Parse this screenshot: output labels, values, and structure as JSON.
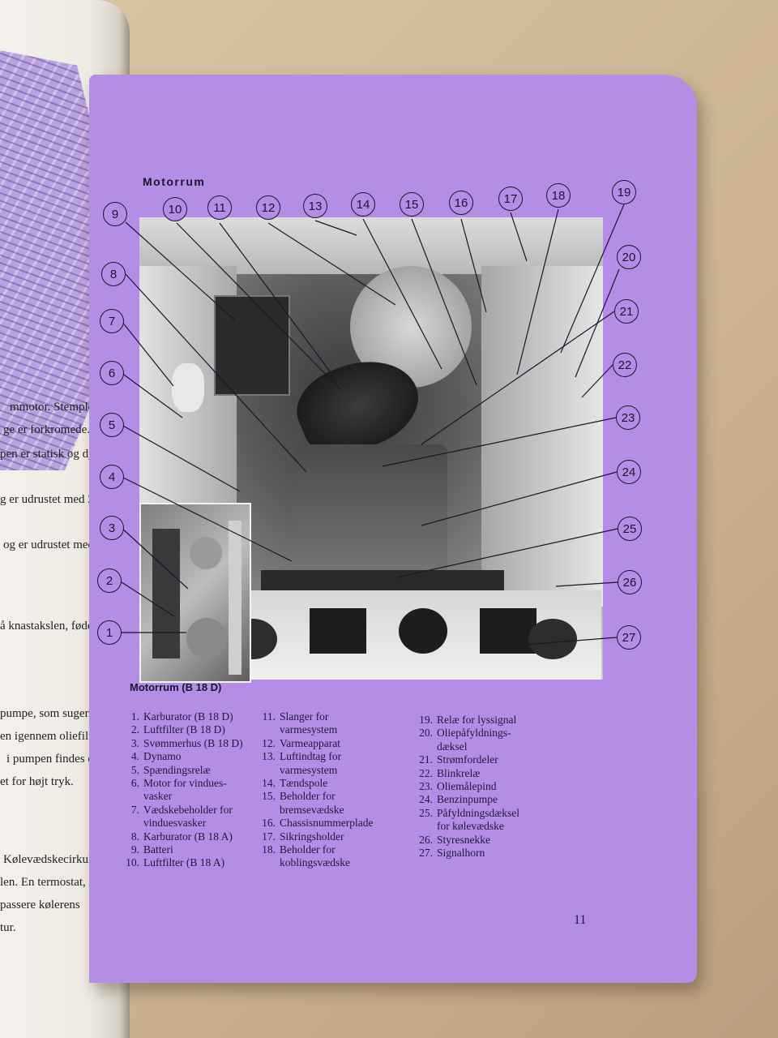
{
  "left_page": {
    "lines": [
      "mmotor. Stemplerne er",
      "ge er forkromede.",
      "pen er statisk og dy",
      "g er udrustet med Zen",
      "og er udrustet med",
      "å knastakslen, føder",
      "pumpe, som suger ol",
      "en igennem oliefilter",
      "i pumpen findes der",
      "et for højt tryk.",
      "Kølevædskecirkulation",
      "len. En termostat,",
      "passere kølerens",
      "tur."
    ]
  },
  "page": {
    "title": "Motorrum",
    "photo_caption": "Motorrum (B 18 D)",
    "page_number": "11",
    "callouts": [
      "1",
      "2",
      "3",
      "4",
      "5",
      "6",
      "7",
      "8",
      "9",
      "10",
      "11",
      "12",
      "13",
      "14",
      "15",
      "16",
      "17",
      "18",
      "19",
      "20",
      "21",
      "22",
      "23",
      "24",
      "25",
      "26",
      "27"
    ]
  },
  "legend": {
    "col1": [
      {
        "num": "1.",
        "text": "Karburator (B 18 D)"
      },
      {
        "num": "2.",
        "text": "Luftfilter (B 18 D)"
      },
      {
        "num": "3.",
        "text": "Svømmerhus (B 18 D)"
      },
      {
        "num": "4.",
        "text": "Dynamo"
      },
      {
        "num": "5.",
        "text": "Spændingsrelæ"
      },
      {
        "num": "6.",
        "text": "Motor for vindues-\nvasker"
      },
      {
        "num": "7.",
        "text": "Vædskebeholder for\nvinduesvasker"
      },
      {
        "num": "8.",
        "text": "Karburator (B 18 A)"
      },
      {
        "num": "9.",
        "text": "Batteri"
      },
      {
        "num": "10.",
        "text": "Luftfilter (B 18 A)"
      }
    ],
    "col2": [
      {
        "num": "11.",
        "text": "Slanger for\nvarmesystem"
      },
      {
        "num": "12.",
        "text": "Varmeapparat"
      },
      {
        "num": "13.",
        "text": "Luftindtag for\nvarmesystem"
      },
      {
        "num": "14.",
        "text": "Tændspole"
      },
      {
        "num": "15.",
        "text": "Beholder for\nbremsevædske"
      },
      {
        "num": "16.",
        "text": "Chassisnummerplade"
      },
      {
        "num": "17.",
        "text": "Sikringsholder"
      },
      {
        "num": "18.",
        "text": "Beholder for\nkoblingsvædske"
      }
    ],
    "col3": [
      {
        "num": "19.",
        "text": "Relæ for lyssignal"
      },
      {
        "num": "20.",
        "text": "Oliepåfyldnings-\ndæksel"
      },
      {
        "num": "21.",
        "text": "Strømfordeler"
      },
      {
        "num": "22.",
        "text": "Blinkrelæ"
      },
      {
        "num": "23.",
        "text": "Oliemålepind"
      },
      {
        "num": "24.",
        "text": "Benzinpumpe"
      },
      {
        "num": "25.",
        "text": "Påfyldningsdæksel\nfor kølevædske"
      },
      {
        "num": "26.",
        "text": "Styresnekke"
      },
      {
        "num": "27.",
        "text": "Signalhorn"
      }
    ]
  }
}
